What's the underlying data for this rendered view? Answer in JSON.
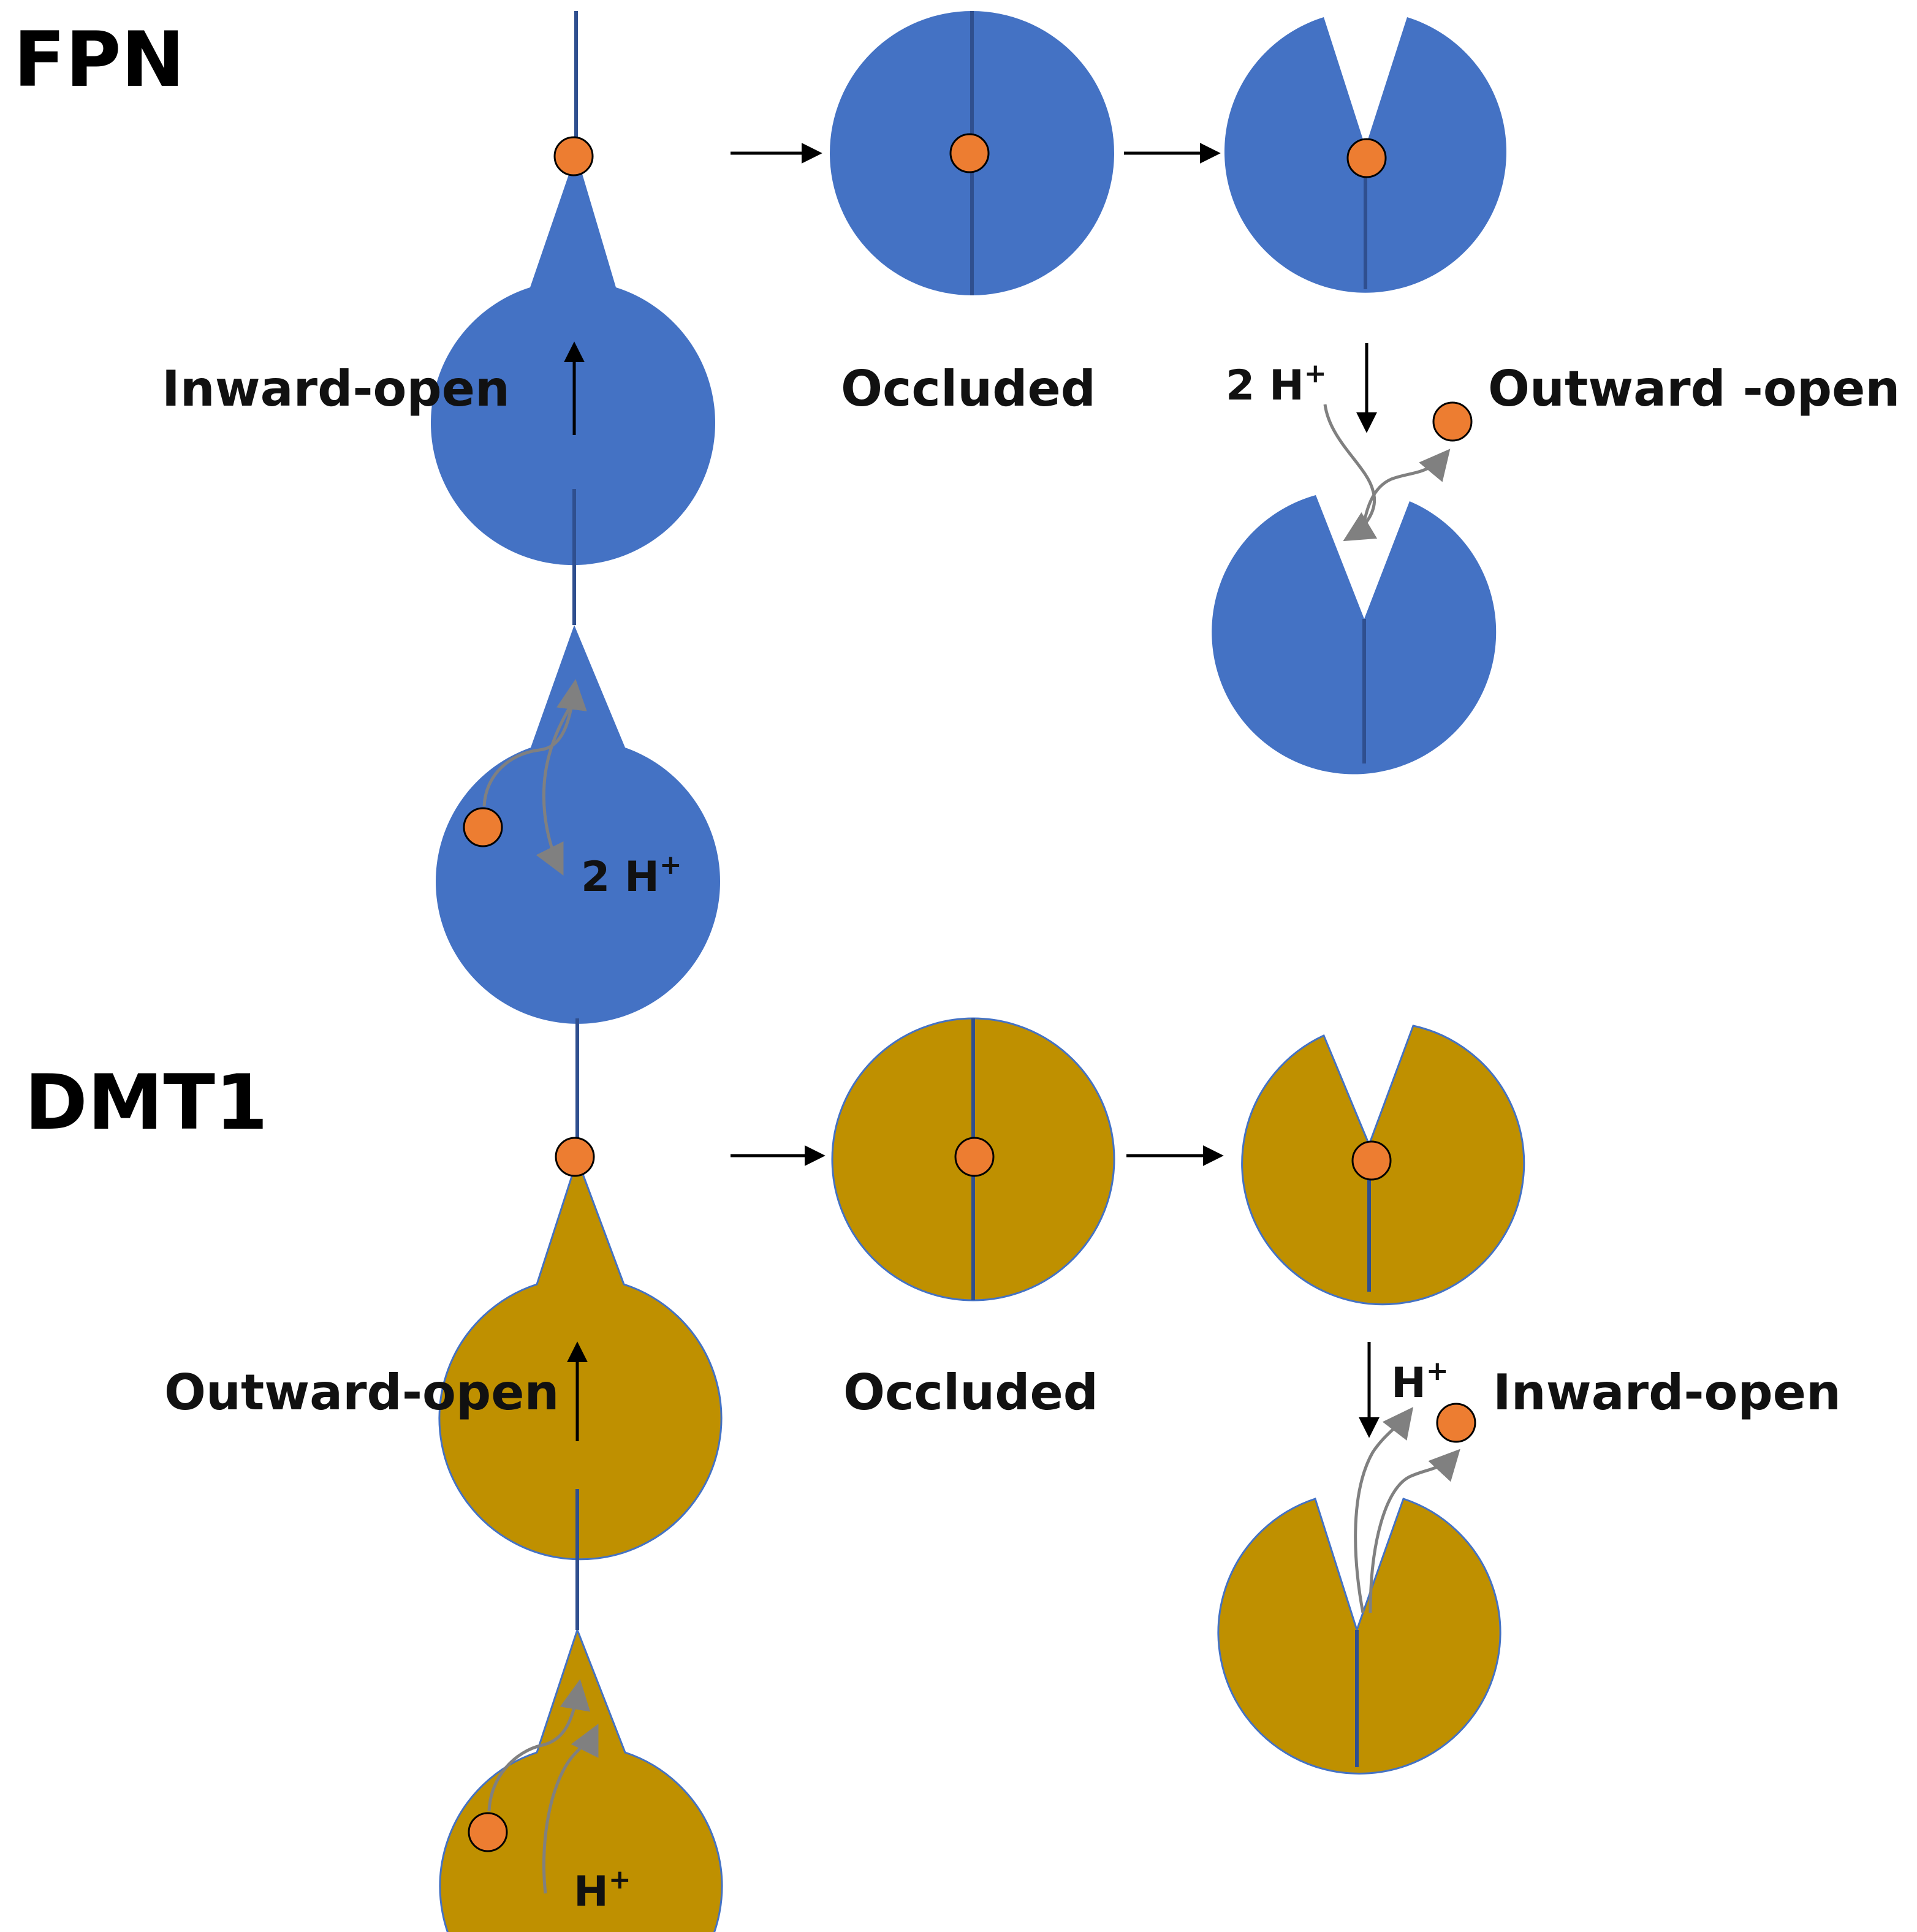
{
  "colors": {
    "fpn_body": "#4472C4",
    "dmt1_body": "#BF9000",
    "divider": "#2F4F8F",
    "substrate": "#ED7D31",
    "substrate_outline": "#000000",
    "flow_arrow": "#808080",
    "step_arrow": "#000000",
    "text": "#000000"
  },
  "panels": {
    "fpn": {
      "title": "FPN",
      "states": {
        "inward_open": "Inward-open",
        "occluded": "Occluded",
        "outward_open": "Outward -open"
      },
      "ions": {
        "release": {
          "count": "2 H",
          "sup": "+"
        },
        "uptake": {
          "count": "2 H",
          "sup": "+"
        }
      }
    },
    "dmt1": {
      "title": "DMT1",
      "states": {
        "outward_open": "Outward-open",
        "occluded": "Occluded",
        "inward_open": "Inward-open"
      },
      "ions": {
        "uptake": {
          "count": "H",
          "sup": "+"
        },
        "release": {
          "count": "H",
          "sup": "+"
        }
      }
    }
  },
  "icons": {
    "transporter": "pacman-disc-icon",
    "substrate": "circle-icon",
    "step_arrow": "arrow-icon",
    "flow_arrow": "curved-arrow-icon"
  }
}
